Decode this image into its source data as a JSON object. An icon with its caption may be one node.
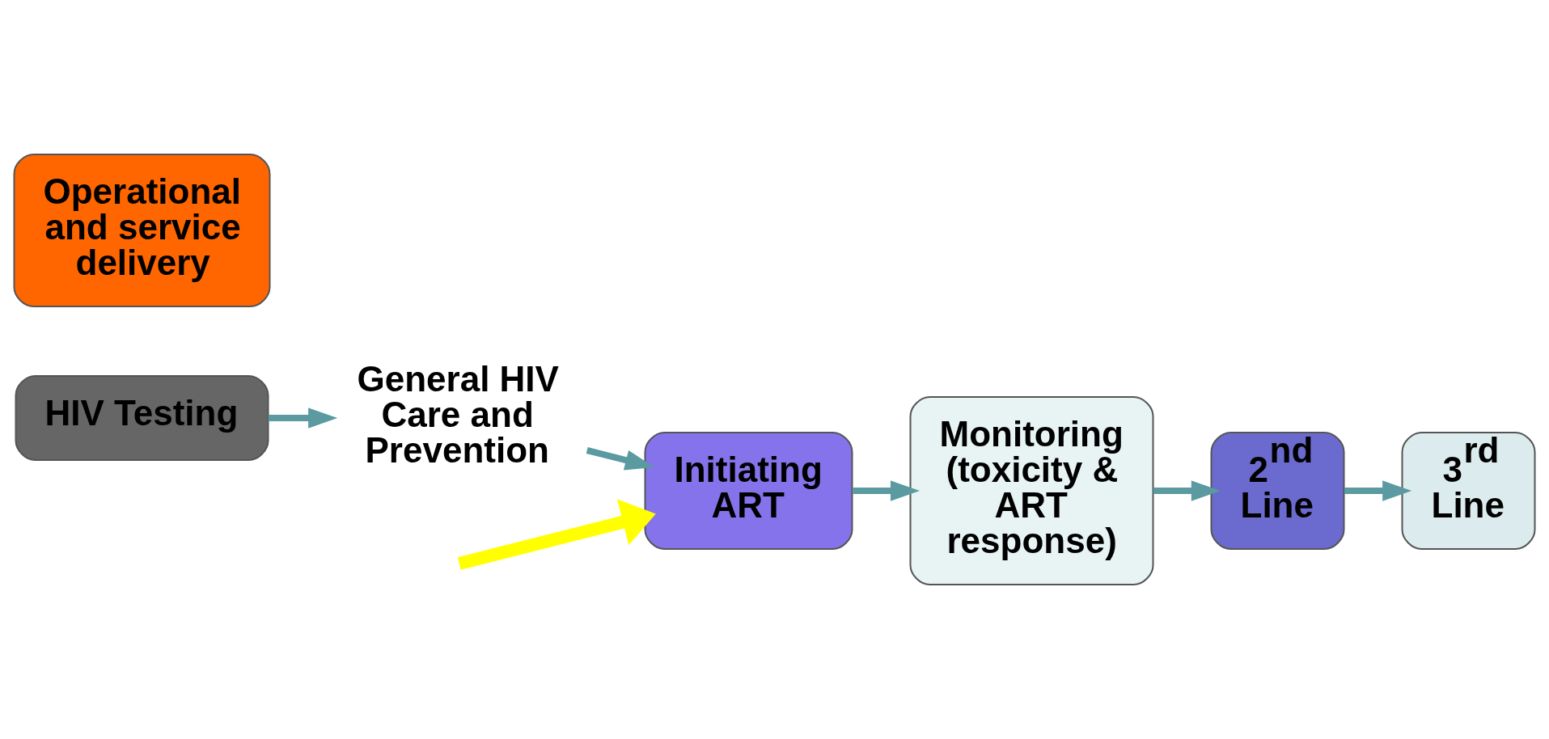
{
  "diagram": {
    "nodes": [
      {
        "text": [
          "HIV Testing"
        ]
      },
      {
        "text": [
          "General HIV Care and Prevention"
        ]
      },
      {
        "text": [
          "Initiating ART"
        ]
      },
      {
        "text": [
          "Monitoring",
          "(toxicity & ART response)"
        ]
      },
      {
        "text": [
          "2$^{nd}$ Line"
        ]
      },
      {
        "text": [
          "3$^{rd}$ Line"
        ]
      },
      {
        "text": [
          "Operational and service delivery"
        ]
      }
    ],
    "edges": [
      {
        "from": 0,
        "to": 1,
        "arrow": "to"
      },
      {
        "from": 1,
        "to": 2,
        "arrow": "to"
      },
      {
        "from": 2,
        "to": 3,
        "arrow": "to"
      },
      {
        "from": 3,
        "to": 4,
        "arrow": "to"
      },
      {
        "from": 4,
        "to": 5,
        "arrow": "to"
      },
      {
        "from": null,
        "to": 2,
        "arrow": "to",
        "style": "thick",
        "color": "#ffff00"
      }
    ]
  }
}
